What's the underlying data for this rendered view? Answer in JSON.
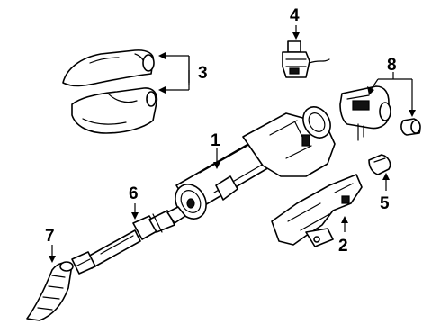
{
  "callouts": [
    {
      "key": "steering_column",
      "label": "1"
    },
    {
      "key": "column_lower_bracket",
      "label": "2"
    },
    {
      "key": "column_shroud",
      "label": "3"
    },
    {
      "key": "switch_connector",
      "label": "4"
    },
    {
      "key": "small_clip",
      "label": "5"
    },
    {
      "key": "intermediate_shaft",
      "label": "6"
    },
    {
      "key": "boot_seal",
      "label": "7"
    },
    {
      "key": "ignition_lock",
      "label": "8"
    }
  ],
  "colors": {
    "line": "#000000",
    "background": "#ffffff"
  }
}
